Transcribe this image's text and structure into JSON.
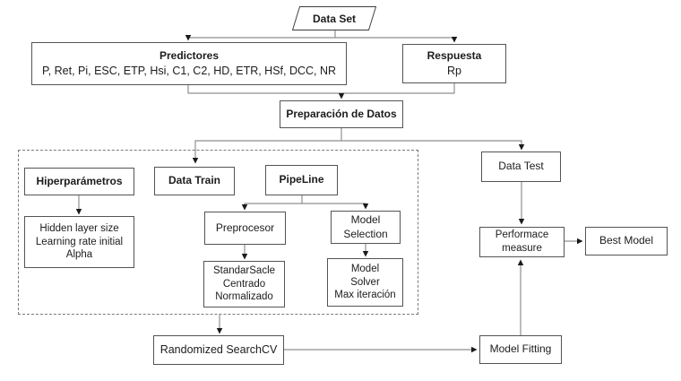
{
  "nodes": {
    "data_set": {
      "label": "Data Set"
    },
    "predictores": {
      "title": "Predictores",
      "variables": "P, Ret, Pi, ESC, ETP, Hsi, C1, C2, HD, ETR, HSf, DCC, NR"
    },
    "respuesta": {
      "title": "Respuesta",
      "value": "Rp"
    },
    "preparacion_de_datos": {
      "label": "Preparación de Datos"
    },
    "hiperparametros": {
      "label": "Hiperparámetros"
    },
    "hiperparametros_detalle": {
      "line1": "Hidden layer size",
      "line2": "Learning rate initial",
      "line3": "Alpha"
    },
    "data_train": {
      "label": "Data Train"
    },
    "pipeline": {
      "label": "PipeLine"
    },
    "preprocesor": {
      "label": "Preprocesor"
    },
    "model_selection": {
      "line1": "Model",
      "line2": "Selection"
    },
    "standar_sacle": {
      "line1": "StandarSacle",
      "line2": "Centrado",
      "line3": "Normalizado"
    },
    "model_solver": {
      "line1": "Model",
      "line2": "Solver",
      "line3": "Max iteración"
    },
    "data_test": {
      "label": "Data Test"
    },
    "performace_measure": {
      "line1": "Performace",
      "line2": "measure"
    },
    "best_model": {
      "label": "Best Model"
    },
    "randomized_searchcv": {
      "label": "Randomized SearchCV"
    },
    "model_fitting": {
      "label": "Model Fitting"
    }
  },
  "edges": [
    {
      "from": "data_set",
      "to": "predictores"
    },
    {
      "from": "data_set",
      "to": "respuesta"
    },
    {
      "from": "predictores",
      "to": "preparacion_de_datos"
    },
    {
      "from": "respuesta",
      "to": "preparacion_de_datos"
    },
    {
      "from": "preparacion_de_datos",
      "to": "data_train"
    },
    {
      "from": "preparacion_de_datos",
      "to": "data_test"
    },
    {
      "from": "hiperparametros",
      "to": "hiperparametros_detalle"
    },
    {
      "from": "pipeline",
      "to": "preprocesor"
    },
    {
      "from": "pipeline",
      "to": "model_selection"
    },
    {
      "from": "preprocesor",
      "to": "standar_sacle"
    },
    {
      "from": "model_selection",
      "to": "model_solver"
    },
    {
      "from": "dashed_group",
      "to": "randomized_searchcv"
    },
    {
      "from": "randomized_searchcv",
      "to": "model_fitting"
    },
    {
      "from": "model_fitting",
      "to": "performace_measure"
    },
    {
      "from": "data_test",
      "to": "performace_measure"
    },
    {
      "from": "performace_measure",
      "to": "best_model"
    }
  ],
  "colors": {
    "background": "#ffffff",
    "box_border": "#545454",
    "dashed_border": "#7a7a7a",
    "connector": "#8f8f8f",
    "arrowhead": "#1a1a1a",
    "text": "#1c1c1c"
  }
}
